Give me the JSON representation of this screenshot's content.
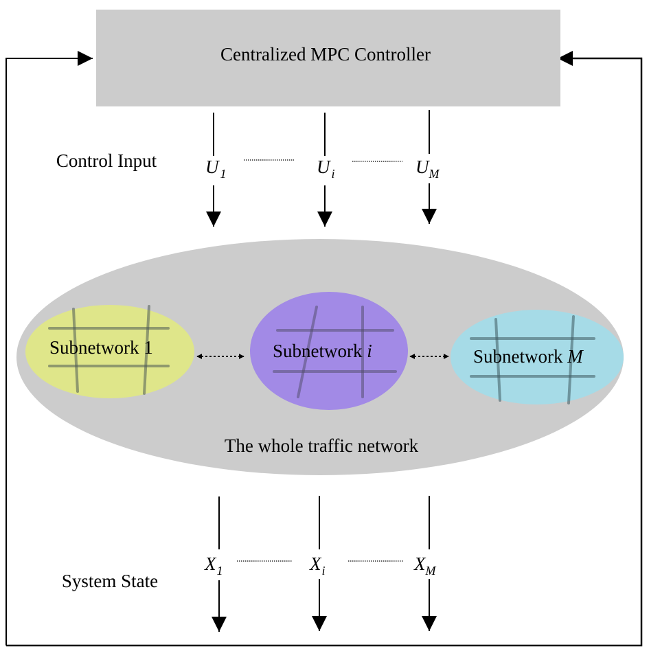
{
  "controller": {
    "label": "Centralized MPC Controller",
    "fill": "#cccccc"
  },
  "control_input": {
    "label": "Control Input",
    "vars": [
      {
        "base": "U",
        "subscript": "1",
        "subscript_italic": false
      },
      {
        "base": "U",
        "subscript": "i",
        "subscript_italic": true
      },
      {
        "base": "U",
        "subscript": "M",
        "subscript_italic": true
      }
    ]
  },
  "network": {
    "label": "The whole traffic network",
    "fill": "#cccccc",
    "subnetworks": [
      {
        "prefix": "Subnetwork ",
        "suffix": "1",
        "suffix_italic": false,
        "fill": "#dfe68a"
      },
      {
        "prefix": "Subnetwork ",
        "suffix": "i",
        "suffix_italic": true,
        "fill": "#a28ae6"
      },
      {
        "prefix": "Subnetwork ",
        "suffix": "M",
        "suffix_italic": true,
        "fill": "#a6dbe7"
      }
    ],
    "road_color": "#5a6a6a"
  },
  "system_state": {
    "label": "System State",
    "vars": [
      {
        "base": "X",
        "subscript": "1",
        "subscript_italic": false
      },
      {
        "base": "X",
        "subscript": "i",
        "subscript_italic": true
      },
      {
        "base": "X",
        "subscript": "M",
        "subscript_italic": true
      }
    ]
  },
  "feedback_loop": {
    "stroke": "#000000"
  }
}
